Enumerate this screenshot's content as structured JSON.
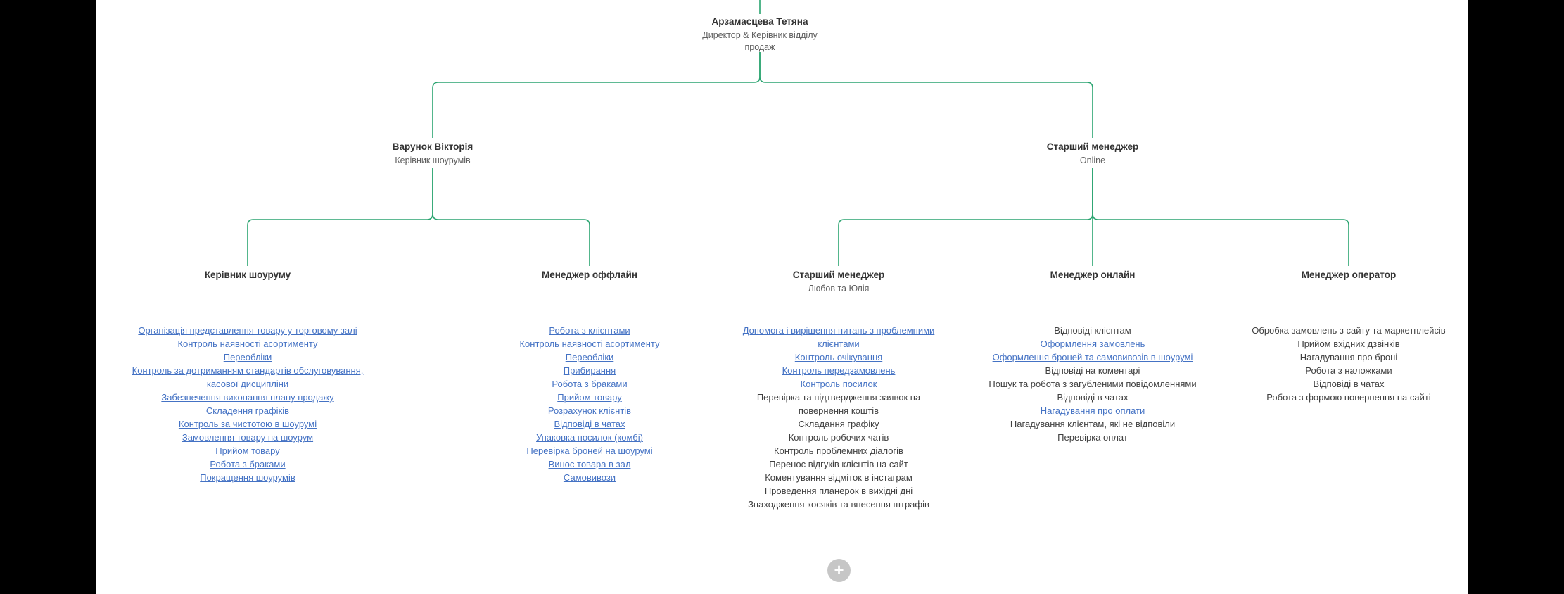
{
  "colors": {
    "canvas_bg": "#ffffff",
    "connector": "#2aa470",
    "link": "#4472c4",
    "title": "#333333",
    "subtitle": "#5f5f5f",
    "text": "#404040",
    "button_bg": "#c6c6c6"
  },
  "org": {
    "root": {
      "name": "Арзамасцева Тетяна",
      "role": "Директор & Керівник відділу продаж"
    },
    "branches": [
      {
        "name": "Варунок Вікторія",
        "role": "Керівник шоурумів"
      },
      {
        "name": "Старший менеджер",
        "role": "Online"
      }
    ],
    "teams": [
      {
        "title": "Керівник шоуруму",
        "subtitle": "",
        "tasks": [
          {
            "text": "Організація представлення товару у торговому залі",
            "link": true
          },
          {
            "text": "Контроль наявності асортименту",
            "link": true
          },
          {
            "text": "Переобліки",
            "link": true
          },
          {
            "text": "Контроль за дотриманням стандартів обслуговування, касової дисципліни",
            "link": true
          },
          {
            "text": "Забезпечення виконання плану продажу",
            "link": true
          },
          {
            "text": "Складення графіків",
            "link": true
          },
          {
            "text": "Контроль за чистотою в шоурумі",
            "link": true
          },
          {
            "text": "Замовлення товару на шоурум",
            "link": true
          },
          {
            "text": "Прийом товару",
            "link": true
          },
          {
            "text": "Робота з браками",
            "link": true
          },
          {
            "text": "Покращення шоурумів",
            "link": true
          }
        ]
      },
      {
        "title": "Менеджер оффлайн",
        "subtitle": "",
        "tasks": [
          {
            "text": "Робота з клієнтами",
            "link": true
          },
          {
            "text": "Контроль наявності асортименту",
            "link": true
          },
          {
            "text": "Переобліки",
            "link": true
          },
          {
            "text": "Прибирання",
            "link": true
          },
          {
            "text": "Робота з браками",
            "link": true
          },
          {
            "text": "Прийом товару",
            "link": true
          },
          {
            "text": "Розрахунок клієнтів",
            "link": true
          },
          {
            "text": "Відповіді в чатах",
            "link": true
          },
          {
            "text": "Упаковка посилок (комбі)",
            "link": true
          },
          {
            "text": "Перевірка броней на шоурумі",
            "link": true
          },
          {
            "text": "Винос товара в зал",
            "link": true
          },
          {
            "text": "Самовивози",
            "link": true
          }
        ]
      },
      {
        "title": "Старший менеджер",
        "subtitle": "Любов та Юлія",
        "tasks": [
          {
            "text": "Допомога і вирішення питань з проблемними клієнтами",
            "link": true
          },
          {
            "text": "Контроль очікування",
            "link": true
          },
          {
            "text": "Контроль передзамовлень",
            "link": true
          },
          {
            "text": "Контроль посилок",
            "link": true
          },
          {
            "text": "Перевірка та підтвердження заявок на повернення коштів",
            "link": false
          },
          {
            "text": "Складання графіку",
            "link": false
          },
          {
            "text": "Контроль робочих чатів",
            "link": false
          },
          {
            "text": "Контроль проблемних діалогів",
            "link": false
          },
          {
            "text": "Перенос відгуків клієнтів на сайт",
            "link": false
          },
          {
            "text": "Коментування відміток в інстаграм",
            "link": false
          },
          {
            "text": "Проведення планерок в вихідні дні",
            "link": false
          },
          {
            "text": "Знаходження косяків та внесення штрафів",
            "link": false
          }
        ]
      },
      {
        "title": "Менеджер онлайн",
        "subtitle": "",
        "tasks": [
          {
            "text": "Відповіді клієнтам",
            "link": false
          },
          {
            "text": "Оформлення замовлень",
            "link": true
          },
          {
            "text": "Оформлення броней та самовивозів в шоурумі",
            "link": true
          },
          {
            "text": "Відповіді на коментарі",
            "link": false
          },
          {
            "text": "Пошук та робота з загубленими повідомленнями",
            "link": false
          },
          {
            "text": "Відповіді в чатах",
            "link": false
          },
          {
            "text": "Нагадування про оплати",
            "link": true
          },
          {
            "text": "Нагадування клієнтам, які не відповіли",
            "link": false
          },
          {
            "text": "Перевірка оплат",
            "link": false
          }
        ]
      },
      {
        "title": "Менеджер оператор",
        "subtitle": "",
        "tasks": [
          {
            "text": "Обробка замовлень з сайту та маркетплейсів",
            "link": false
          },
          {
            "text": "Прийом вхідних дзвінків",
            "link": false
          },
          {
            "text": "Нагадування про броні",
            "link": false
          },
          {
            "text": "Робота з наложками",
            "link": false
          },
          {
            "text": "Відповіді в чатах",
            "link": false
          },
          {
            "text": "Робота з формою повернення на сайті",
            "link": false
          }
        ]
      }
    ]
  },
  "add_button": {
    "glyph": "+"
  }
}
